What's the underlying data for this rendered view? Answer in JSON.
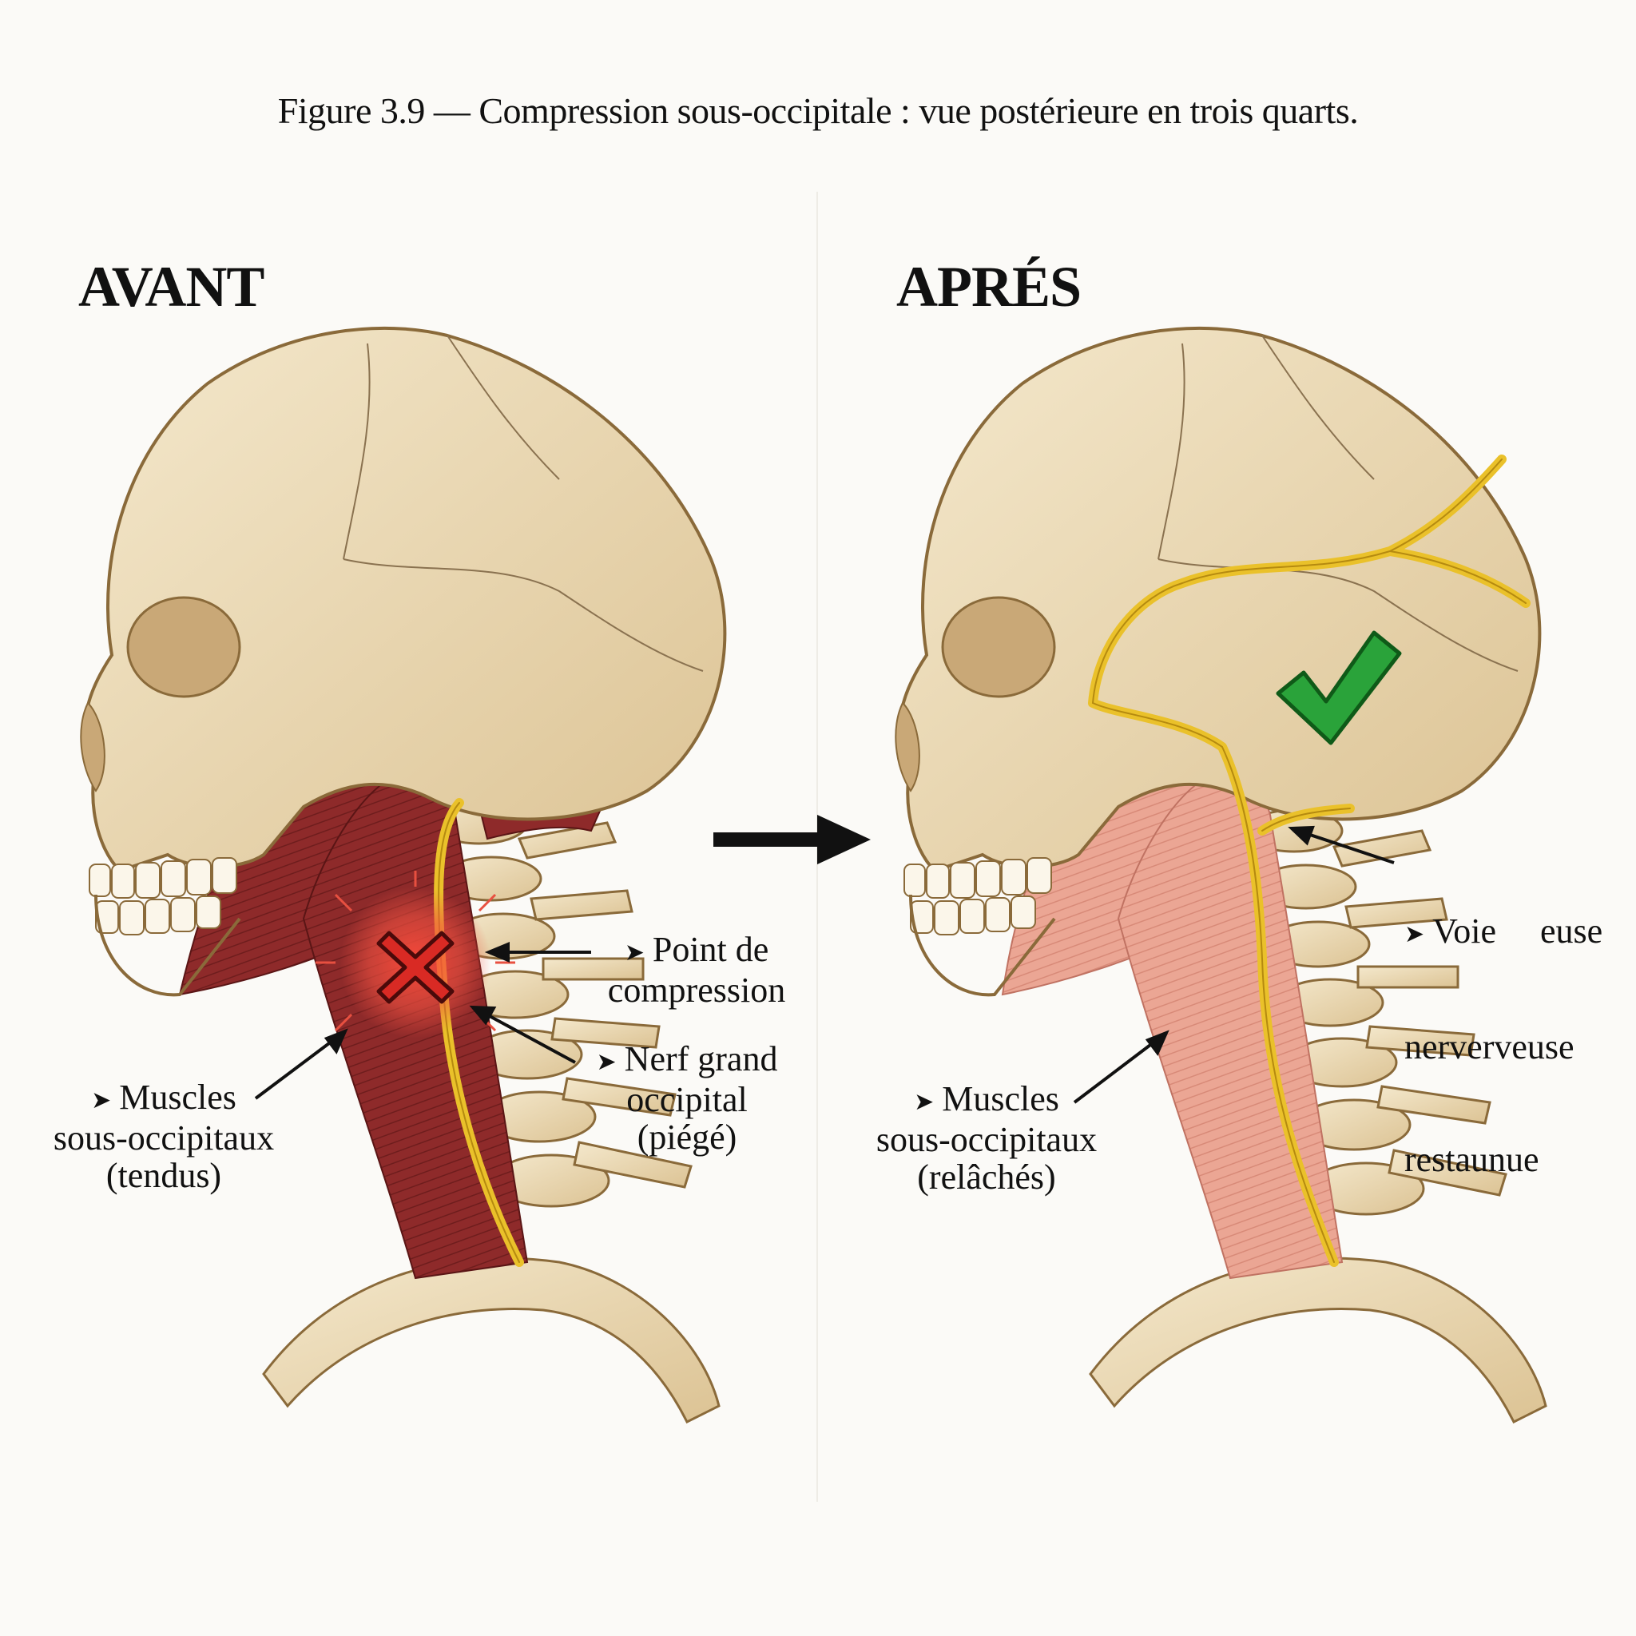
{
  "caption": "Figure 3.9 — Compression sous-occipitale : vue postérieure en trois quarts.",
  "panels": {
    "before": {
      "title": "AVANT",
      "muscle_label": [
        "Muscles",
        "sous-occipitaux",
        "(tendus)"
      ],
      "compression_label": [
        "Point de",
        "compression"
      ],
      "nerve_label": [
        "Nerf grand",
        "occipital",
        "(piégé)"
      ]
    },
    "after": {
      "title": "APRÉS",
      "muscle_label": [
        "Muscles",
        "sous-occipitaux",
        "(relâchés)"
      ],
      "pathway_label": [
        "Voie     euse",
        "nerverveuse",
        "restaunue"
      ]
    }
  },
  "icons": {
    "bullet": "arrowhead-bullet-icon",
    "compression": "red-x-icon",
    "relief": "green-check-icon",
    "transition": "right-arrow-icon"
  },
  "colors": {
    "bone": "#ead9b4",
    "muscle_tense": "#8e2a2a",
    "muscle_relaxed": "#eba694",
    "nerve": "#eac12a",
    "compression": "#e0332a",
    "relief": "#2aa33a"
  }
}
